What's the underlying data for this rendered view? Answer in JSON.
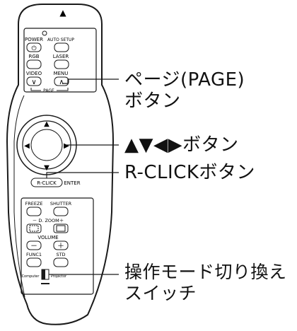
{
  "remote": {
    "top_symbol": "▲",
    "buttons": {
      "power": "POWER",
      "power_symbol": "⏻",
      "auto_setup": "AUTO SETUP",
      "rgb": "RGB",
      "laser": "LASER",
      "video": "VIDEO",
      "menu": "MENU",
      "page_down": "∨",
      "page_up": "∧",
      "page_group": "PAGE",
      "r_click": "R-CLICK",
      "enter": "ENTER",
      "freeze": "FREEZE",
      "shutter": "SHUTTER",
      "zoom": "－ D. ZOOM＋",
      "volume": "VOLUME",
      "vol_minus": "－",
      "vol_plus": "＋",
      "func1": "FUNC1",
      "std": "STD",
      "computer": "Computer",
      "projector": "Projector"
    },
    "dpad_arrows": {
      "up": "▲",
      "down": "▼",
      "left": "◀",
      "right": "▶"
    }
  },
  "callouts": {
    "page_button_line1": "ページ(PAGE)",
    "page_button_line2": "ボタン",
    "arrow_buttons": "▲▼◀▶ボタン",
    "r_click_button": "R-CLICKボタン",
    "mode_switch_line1": "操作モード切り換え",
    "mode_switch_line2": "スイッチ"
  },
  "colors": {
    "stroke": "#1a1a1a",
    "background": "#ffffff"
  }
}
